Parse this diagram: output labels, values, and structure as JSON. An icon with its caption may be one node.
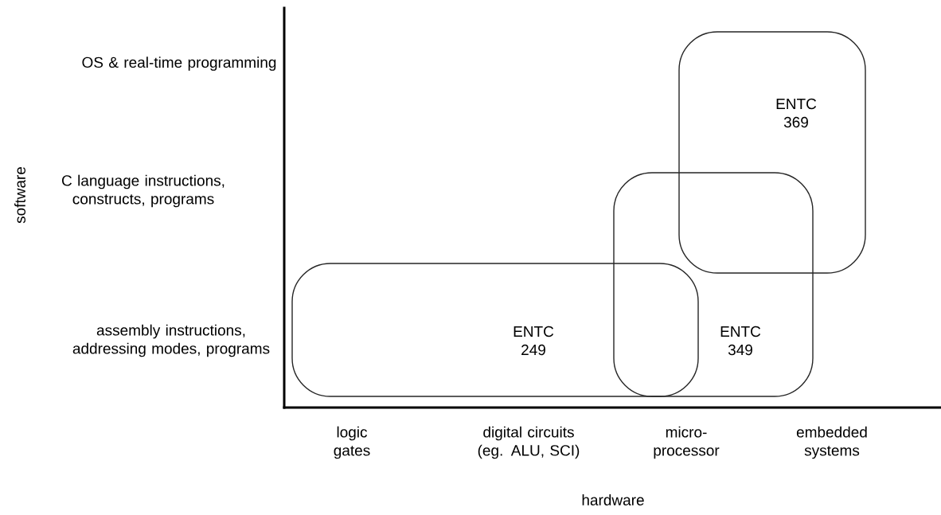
{
  "diagram": {
    "nodes": [
      {
        "text": [
          "ENTC 249"
        ]
      },
      {
        "text": [
          "ENTC 349"
        ]
      },
      {
        "text": [
          "ENTC 369"
        ]
      }
    ],
    "labels": [
      "OS & real-time programming",
      "C language instructions, constructs, programs",
      "software",
      "assembly instructions, addressing modes, programs",
      "logic gates",
      "digital circuits (eg. ALU, SCI)",
      "micro-processor",
      "embedded systems",
      "hardware"
    ]
  }
}
